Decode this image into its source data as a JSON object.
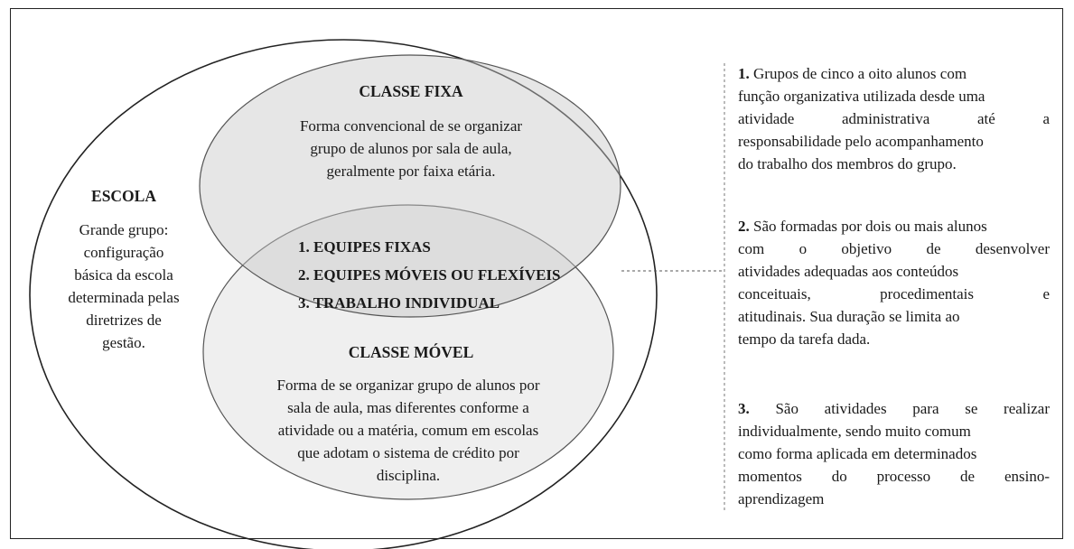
{
  "escola": {
    "title": "ESCOLA",
    "lines": [
      "Grande grupo:",
      "configuração",
      "básica da escola",
      "determinada pelas",
      "diretrizes de",
      "gestão."
    ]
  },
  "classe_fixa": {
    "title": "CLASSE FIXA",
    "lines": [
      "Forma convencional de se organizar",
      "grupo de alunos por sala de aula,",
      "geralmente por faixa etária."
    ]
  },
  "overlap": {
    "items": [
      "1. EQUIPES FIXAS",
      "2. EQUIPES MÓVEIS OU FLEXÍVEIS",
      "3. TRABALHO INDIVIDUAL"
    ]
  },
  "classe_movel": {
    "title": "CLASSE MÓVEL",
    "lines": [
      "Forma de se organizar grupo de alunos por",
      "sala de aula, mas diferentes conforme a",
      "atividade ou a matéria, comum em escolas",
      "que adotam o sistema de crédito por",
      "disciplina."
    ]
  },
  "notes": [
    {
      "number": "1.",
      "lines": [
        "Grupos de cinco a oito alunos com",
        "função organizativa utilizada desde uma",
        "atividade administrativa até a",
        "responsabilidade pelo acompanhamento",
        "do trabalho dos membros do grupo."
      ]
    },
    {
      "number": "2.",
      "lines": [
        "São formadas por dois ou mais alunos",
        "com o objetivo de desenvolver",
        "atividades adequadas aos conteúdos",
        "conceituais, procedimentais e",
        "atitudinais. Sua duração se limita ao",
        "tempo da tarefa dada."
      ]
    },
    {
      "number": "3.",
      "lines": [
        "São atividades para se realizar",
        "individualmente, sendo muito comum",
        "como forma aplicada em determinados",
        "momentos do processo de ensino-",
        "aprendizagem"
      ]
    }
  ],
  "colors": {
    "fixa_fill": "#e4e4e4",
    "movel_fill": "#eeeeee",
    "stroke": "#222222",
    "dash": "#555555"
  }
}
